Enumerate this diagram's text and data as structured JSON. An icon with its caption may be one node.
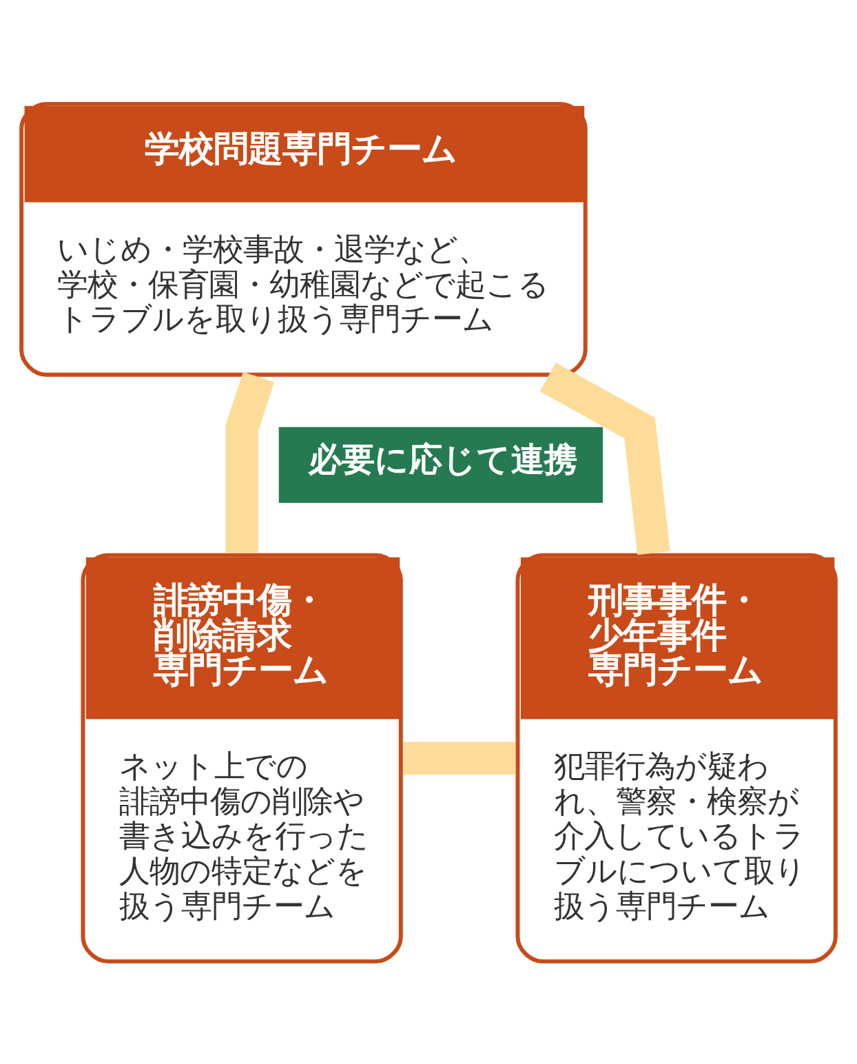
{
  "diagram": {
    "nodes": [
      {
        "text": [
          "学校問題専門チーム",
          "いじめ・学校事故・退学など、学校・保育園・幼稚園などで起こるトラブルを取り扱う専門チーム"
        ]
      },
      {
        "text": [
          "誹謗中傷・削除請求専門チーム",
          "ネット上での誹謗中傷の削除や書き込みを行った人物の特定などを扱う専門チーム"
        ]
      },
      {
        "text": [
          "刑事事件・少年事件専門チーム",
          "犯罪行為が疑われ、警察・検察が介入しているトラブルについて取り扱う専門チーム"
        ]
      },
      {
        "text": [
          "必要に応じて連携"
        ]
      }
    ],
    "edges": [
      {
        "from": 0,
        "to": 1,
        "arrow": "none"
      },
      {
        "from": 0,
        "to": 2,
        "arrow": "none"
      },
      {
        "from": 1,
        "to": 2,
        "arrow": "none"
      }
    ]
  }
}
